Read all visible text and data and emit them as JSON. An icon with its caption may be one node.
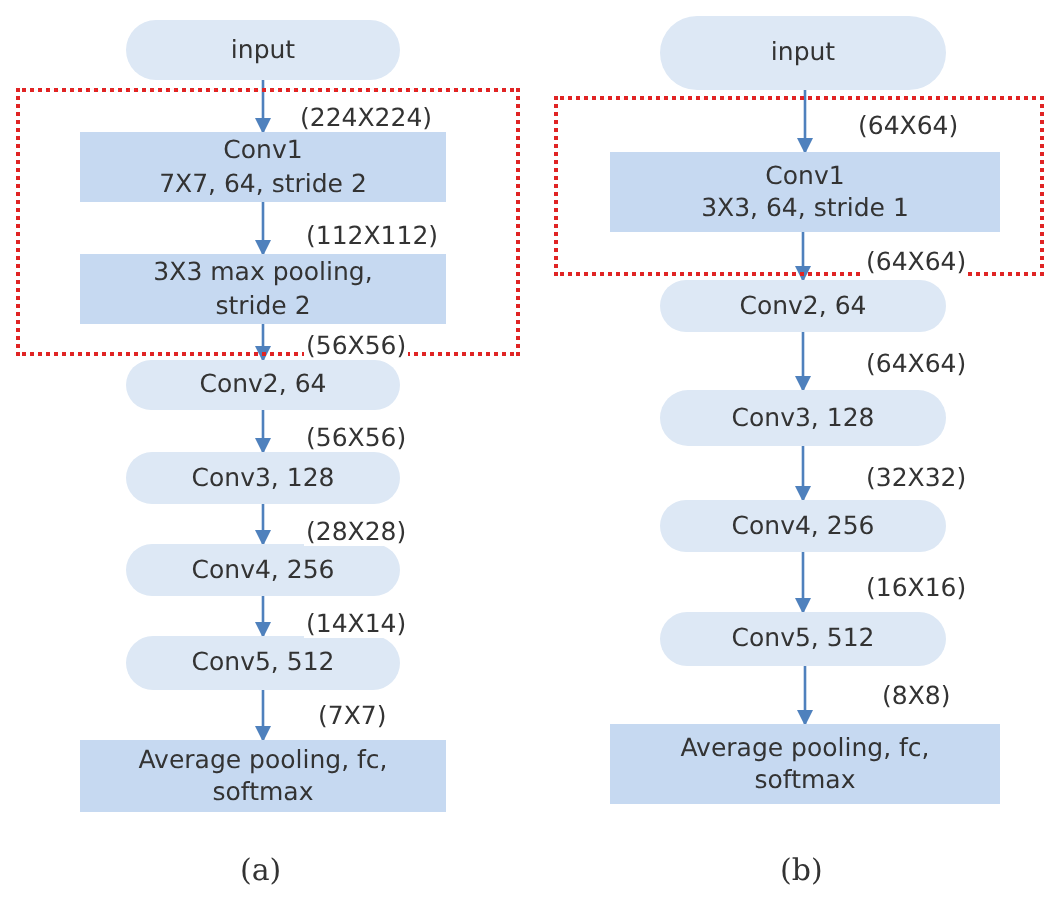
{
  "diagram": {
    "nodes": [
      {
        "text": [
          "input"
        ]
      },
      {
        "text": [],
        "shape": "box"
      },
      {
        "text": [
          "Conv1",
          "7X7, 64, stride 2"
        ],
        "in": 1
      },
      {
        "text": [
          "3X3 max pooling, stride 2"
        ],
        "in": 1
      },
      {
        "text": [
          "Conv2, 64"
        ]
      },
      {
        "text": [
          "Conv3, 128"
        ]
      },
      {
        "text": [
          "Conv4, 256"
        ]
      },
      {
        "text": [
          "Conv5, 512"
        ]
      },
      {
        "text": [
          "Average pooling, fc, softmax"
        ]
      },
      {
        "text": [
          "input"
        ]
      },
      {
        "text": [],
        "shape": "box"
      },
      {
        "text": [
          "Conv1",
          "3X3, 64, stride 1"
        ],
        "in": 10
      },
      {
        "text": [
          "Conv2, 64"
        ]
      },
      {
        "text": [
          "Conv3, 128"
        ]
      },
      {
        "text": [
          "Conv4, 256"
        ]
      },
      {
        "text": [
          "Conv5, 512"
        ]
      },
      {
        "text": [
          "Average pooling, fc, softmax"
        ]
      }
    ],
    "edges": [
      {
        "from": 0,
        "to": 2,
        "arrow": "to",
        "label": "(224X224)"
      },
      {
        "from": 2,
        "to": 3,
        "arrow": "to",
        "label": "(112X112)"
      },
      {
        "from": 3,
        "to": 4,
        "arrow": "to",
        "label": "(56X56)"
      },
      {
        "from": 4,
        "to": 5,
        "arrow": "to",
        "label": "(56X56)"
      },
      {
        "from": 5,
        "to": 6,
        "arrow": "to",
        "label": "(28X28)"
      },
      {
        "from": 6,
        "to": 7,
        "arrow": "to",
        "label": "(14X14)"
      },
      {
        "from": 7,
        "to": 8,
        "arrow": "to",
        "label": "(7X7)"
      },
      {
        "from": 9,
        "to": 11,
        "arrow": "to",
        "label": "(64X64)"
      },
      {
        "from": 11,
        "to": 12,
        "arrow": "to",
        "label": "(64X64)"
      },
      {
        "from": 12,
        "to": 13,
        "arrow": "to",
        "label": "(64X64)"
      },
      {
        "from": 13,
        "to": 14,
        "arrow": "to",
        "label": "(32X32)"
      },
      {
        "from": 14,
        "to": 15,
        "arrow": "to",
        "label": "(16X16)"
      },
      {
        "from": 15,
        "to": 16,
        "arrow": "to",
        "label": "(8X8)"
      }
    ],
    "labels": [
      "(a)",
      "(b)"
    ]
  }
}
